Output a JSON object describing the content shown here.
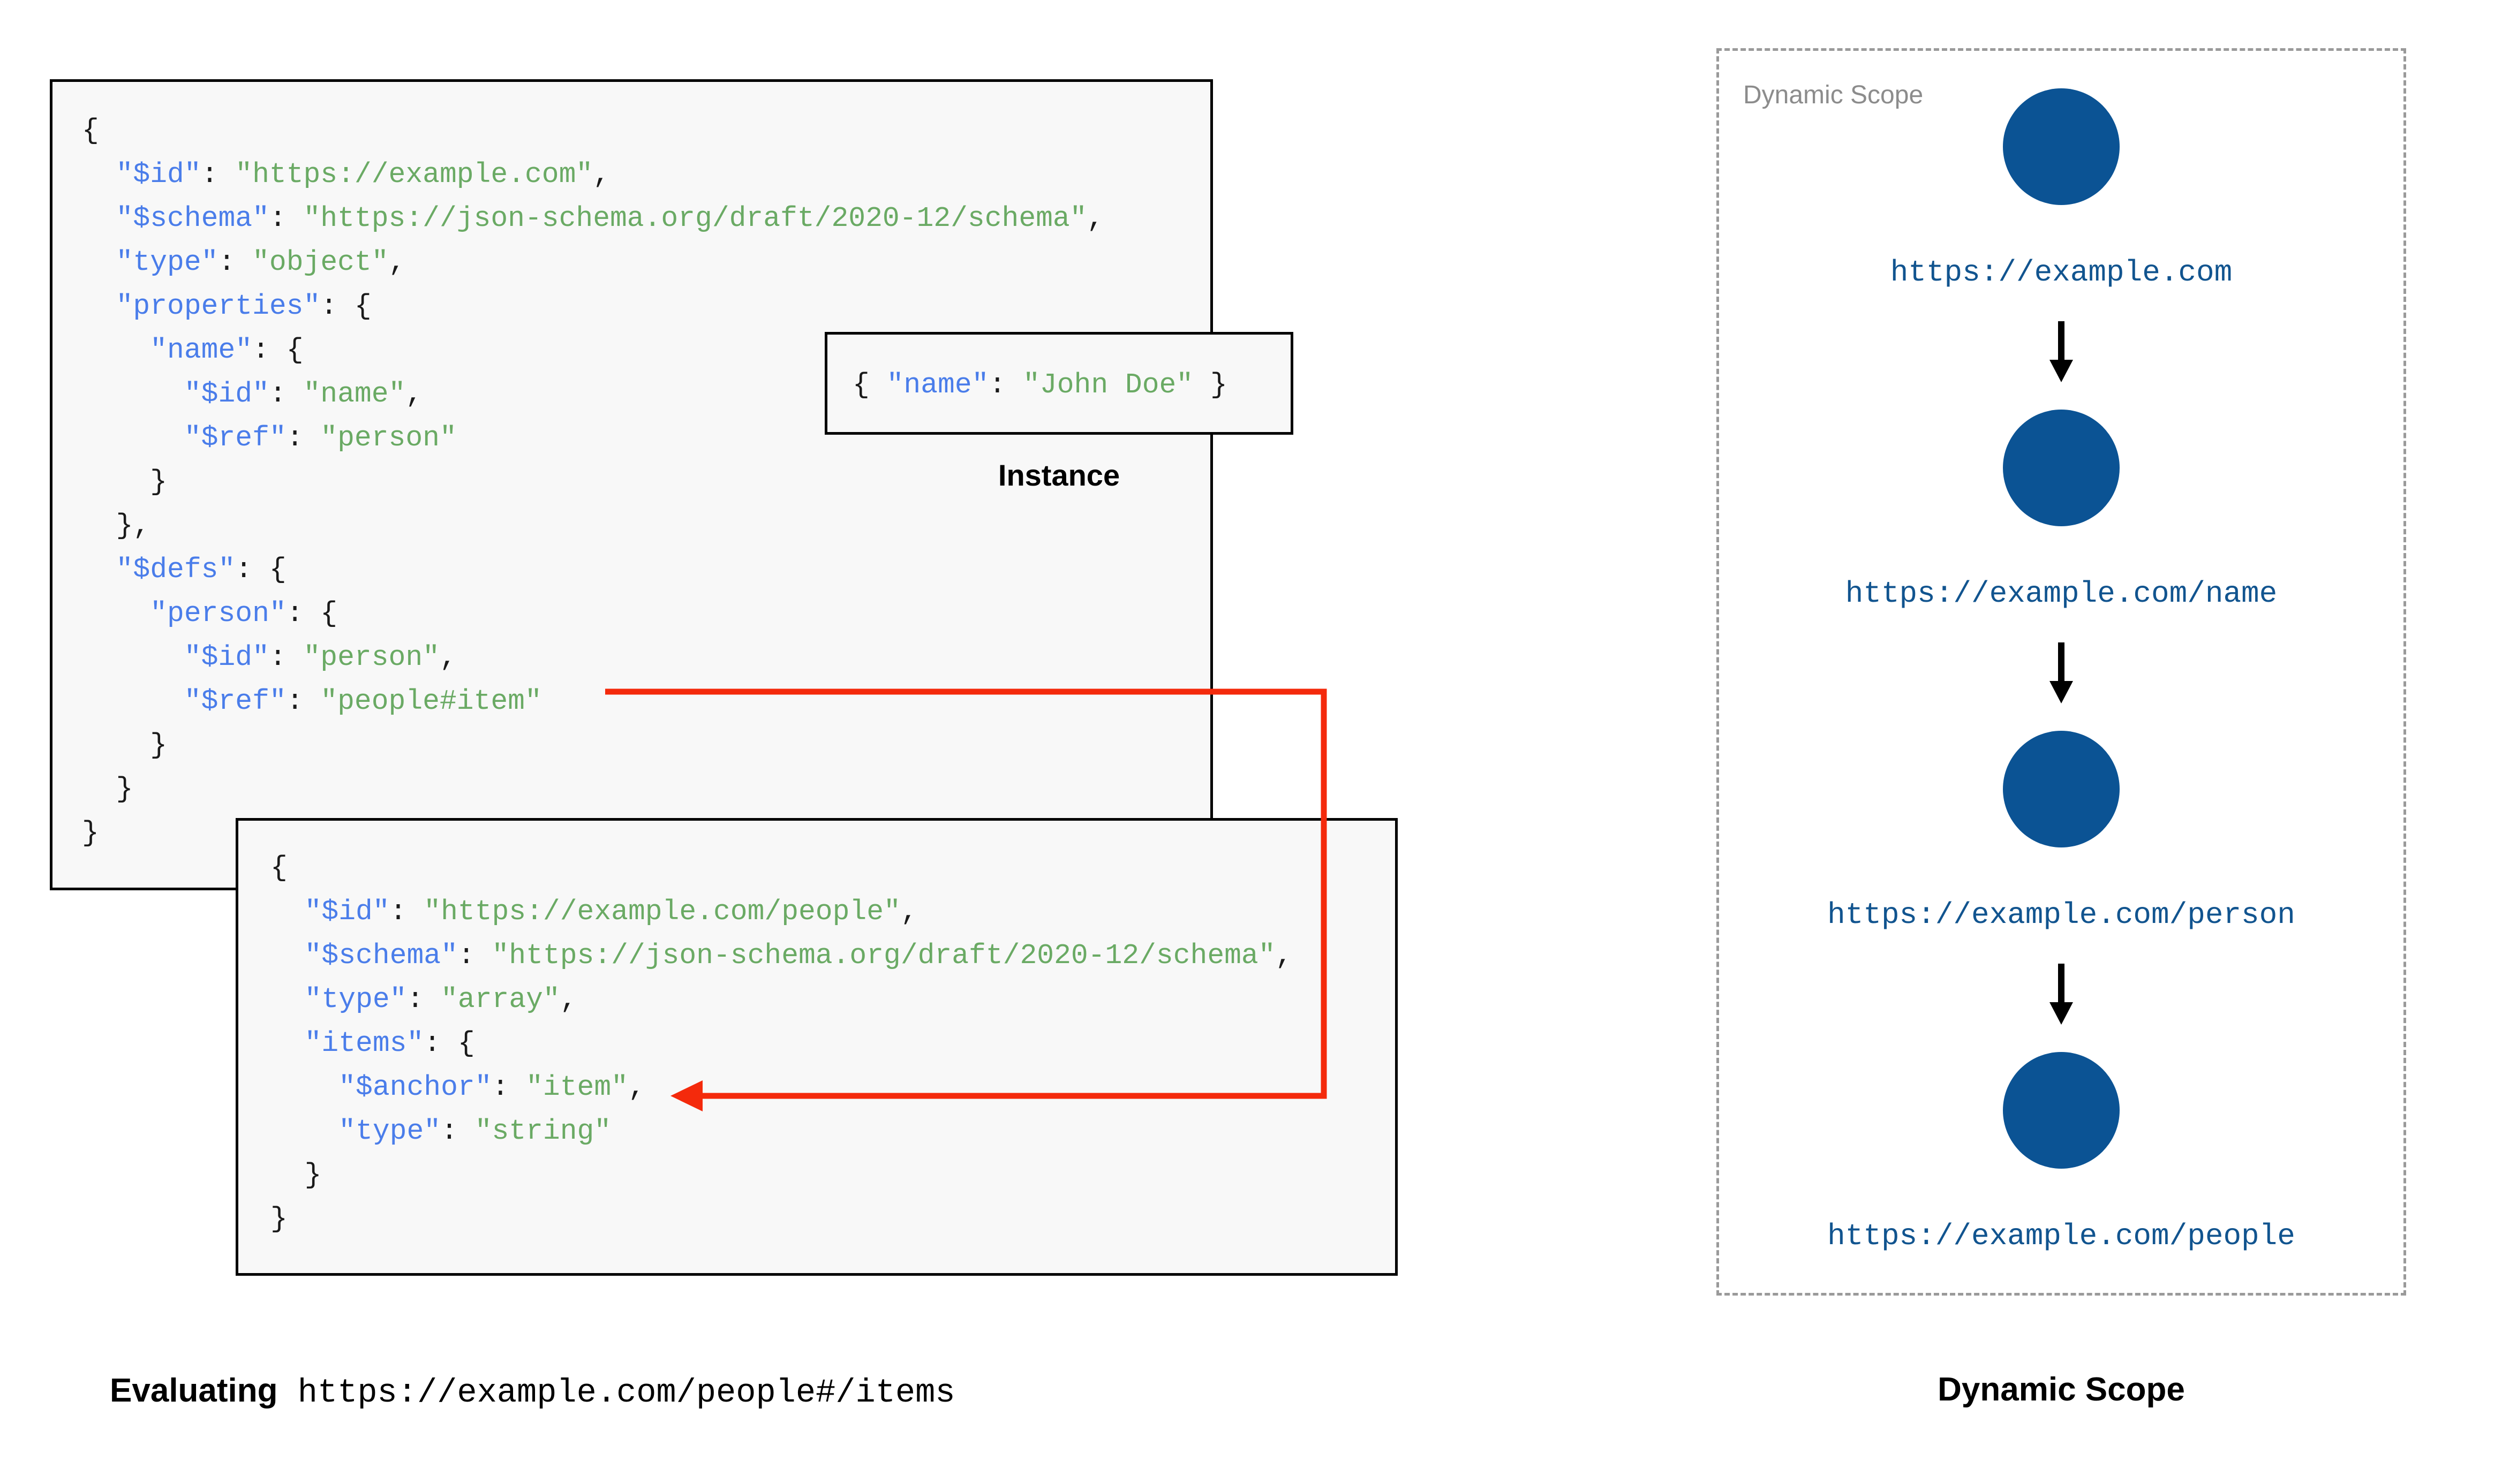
{
  "main_schema": {
    "lines": [
      [
        {
          "t": "{",
          "c": "p"
        }
      ],
      [
        {
          "t": "  ",
          "c": "p"
        },
        {
          "t": "\"$id\"",
          "c": "k"
        },
        {
          "t": ": ",
          "c": "p"
        },
        {
          "t": "\"https://example.com\"",
          "c": "s"
        },
        {
          "t": ",",
          "c": "p"
        }
      ],
      [
        {
          "t": "  ",
          "c": "p"
        },
        {
          "t": "\"$schema\"",
          "c": "k"
        },
        {
          "t": ": ",
          "c": "p"
        },
        {
          "t": "\"https://json-schema.org/draft/2020-12/schema\"",
          "c": "s"
        },
        {
          "t": ",",
          "c": "p"
        }
      ],
      [
        {
          "t": "  ",
          "c": "p"
        },
        {
          "t": "\"type\"",
          "c": "k"
        },
        {
          "t": ": ",
          "c": "p"
        },
        {
          "t": "\"object\"",
          "c": "s"
        },
        {
          "t": ",",
          "c": "p"
        }
      ],
      [
        {
          "t": "  ",
          "c": "p"
        },
        {
          "t": "\"properties\"",
          "c": "k"
        },
        {
          "t": ": {",
          "c": "p"
        }
      ],
      [
        {
          "t": "    ",
          "c": "p"
        },
        {
          "t": "\"name\"",
          "c": "k"
        },
        {
          "t": ": {",
          "c": "p"
        }
      ],
      [
        {
          "t": "      ",
          "c": "p"
        },
        {
          "t": "\"$id\"",
          "c": "k"
        },
        {
          "t": ": ",
          "c": "p"
        },
        {
          "t": "\"name\"",
          "c": "s"
        },
        {
          "t": ",",
          "c": "p"
        }
      ],
      [
        {
          "t": "      ",
          "c": "p"
        },
        {
          "t": "\"$ref\"",
          "c": "k"
        },
        {
          "t": ": ",
          "c": "p"
        },
        {
          "t": "\"person\"",
          "c": "s"
        }
      ],
      [
        {
          "t": "    }",
          "c": "p"
        }
      ],
      [
        {
          "t": "  },",
          "c": "p"
        }
      ],
      [
        {
          "t": "  ",
          "c": "p"
        },
        {
          "t": "\"$defs\"",
          "c": "k"
        },
        {
          "t": ": {",
          "c": "p"
        }
      ],
      [
        {
          "t": "    ",
          "c": "p"
        },
        {
          "t": "\"person\"",
          "c": "k"
        },
        {
          "t": ": {",
          "c": "p"
        }
      ],
      [
        {
          "t": "      ",
          "c": "p"
        },
        {
          "t": "\"$id\"",
          "c": "k"
        },
        {
          "t": ": ",
          "c": "p"
        },
        {
          "t": "\"person\"",
          "c": "s"
        },
        {
          "t": ",",
          "c": "p"
        }
      ],
      [
        {
          "t": "      ",
          "c": "p"
        },
        {
          "t": "\"$ref\"",
          "c": "k"
        },
        {
          "t": ": ",
          "c": "p"
        },
        {
          "t": "\"people#item\"",
          "c": "s"
        }
      ],
      [
        {
          "t": "    }",
          "c": "p"
        }
      ],
      [
        {
          "t": "  }",
          "c": "p"
        }
      ],
      [
        {
          "t": "}",
          "c": "p"
        }
      ]
    ]
  },
  "instance": {
    "caption": "Instance",
    "lines": [
      [
        {
          "t": "{ ",
          "c": "p"
        },
        {
          "t": "\"name\"",
          "c": "k"
        },
        {
          "t": ": ",
          "c": "p"
        },
        {
          "t": "\"John Doe\"",
          "c": "s"
        },
        {
          "t": " }",
          "c": "p"
        }
      ]
    ]
  },
  "people_schema": {
    "lines": [
      [
        {
          "t": "{",
          "c": "p"
        }
      ],
      [
        {
          "t": "  ",
          "c": "p"
        },
        {
          "t": "\"$id\"",
          "c": "k"
        },
        {
          "t": ": ",
          "c": "p"
        },
        {
          "t": "\"https://example.com/people\"",
          "c": "s"
        },
        {
          "t": ",",
          "c": "p"
        }
      ],
      [
        {
          "t": "  ",
          "c": "p"
        },
        {
          "t": "\"$schema\"",
          "c": "k"
        },
        {
          "t": ": ",
          "c": "p"
        },
        {
          "t": "\"https://json-schema.org/draft/2020-12/schema\"",
          "c": "s"
        },
        {
          "t": ",",
          "c": "p"
        }
      ],
      [
        {
          "t": "  ",
          "c": "p"
        },
        {
          "t": "\"type\"",
          "c": "k"
        },
        {
          "t": ": ",
          "c": "p"
        },
        {
          "t": "\"array\"",
          "c": "s"
        },
        {
          "t": ",",
          "c": "p"
        }
      ],
      [
        {
          "t": "  ",
          "c": "p"
        },
        {
          "t": "\"items\"",
          "c": "k"
        },
        {
          "t": ": {",
          "c": "p"
        }
      ],
      [
        {
          "t": "    ",
          "c": "p"
        },
        {
          "t": "\"$anchor\"",
          "c": "k"
        },
        {
          "t": ": ",
          "c": "p"
        },
        {
          "t": "\"item\"",
          "c": "s"
        },
        {
          "t": ",",
          "c": "p"
        }
      ],
      [
        {
          "t": "    ",
          "c": "p"
        },
        {
          "t": "\"type\"",
          "c": "k"
        },
        {
          "t": ": ",
          "c": "p"
        },
        {
          "t": "\"string\"",
          "c": "s"
        }
      ],
      [
        {
          "t": "  }",
          "c": "p"
        }
      ],
      [
        {
          "t": "}",
          "c": "p"
        }
      ]
    ]
  },
  "evaluating_caption": {
    "label": "Evaluating",
    "uri": " https://example.com/people#/items"
  },
  "dynamic_scope": {
    "inner_label": "Dynamic Scope",
    "caption": "Dynamic Scope",
    "nodes": [
      {
        "label": "https://example.com"
      },
      {
        "label": "https://example.com/name"
      },
      {
        "label": "https://example.com/person"
      },
      {
        "label": "https://example.com/people"
      }
    ]
  },
  "colors": {
    "node_fill": "#0b5394",
    "node_label": "#11548f",
    "ref_arrow": "#f42a0c",
    "json_key": "#4a7dea",
    "json_string": "#6aaa64",
    "dashed_border": "#9a9a9a",
    "box_fill": "#f8f8f8",
    "box_border": "#000000"
  }
}
